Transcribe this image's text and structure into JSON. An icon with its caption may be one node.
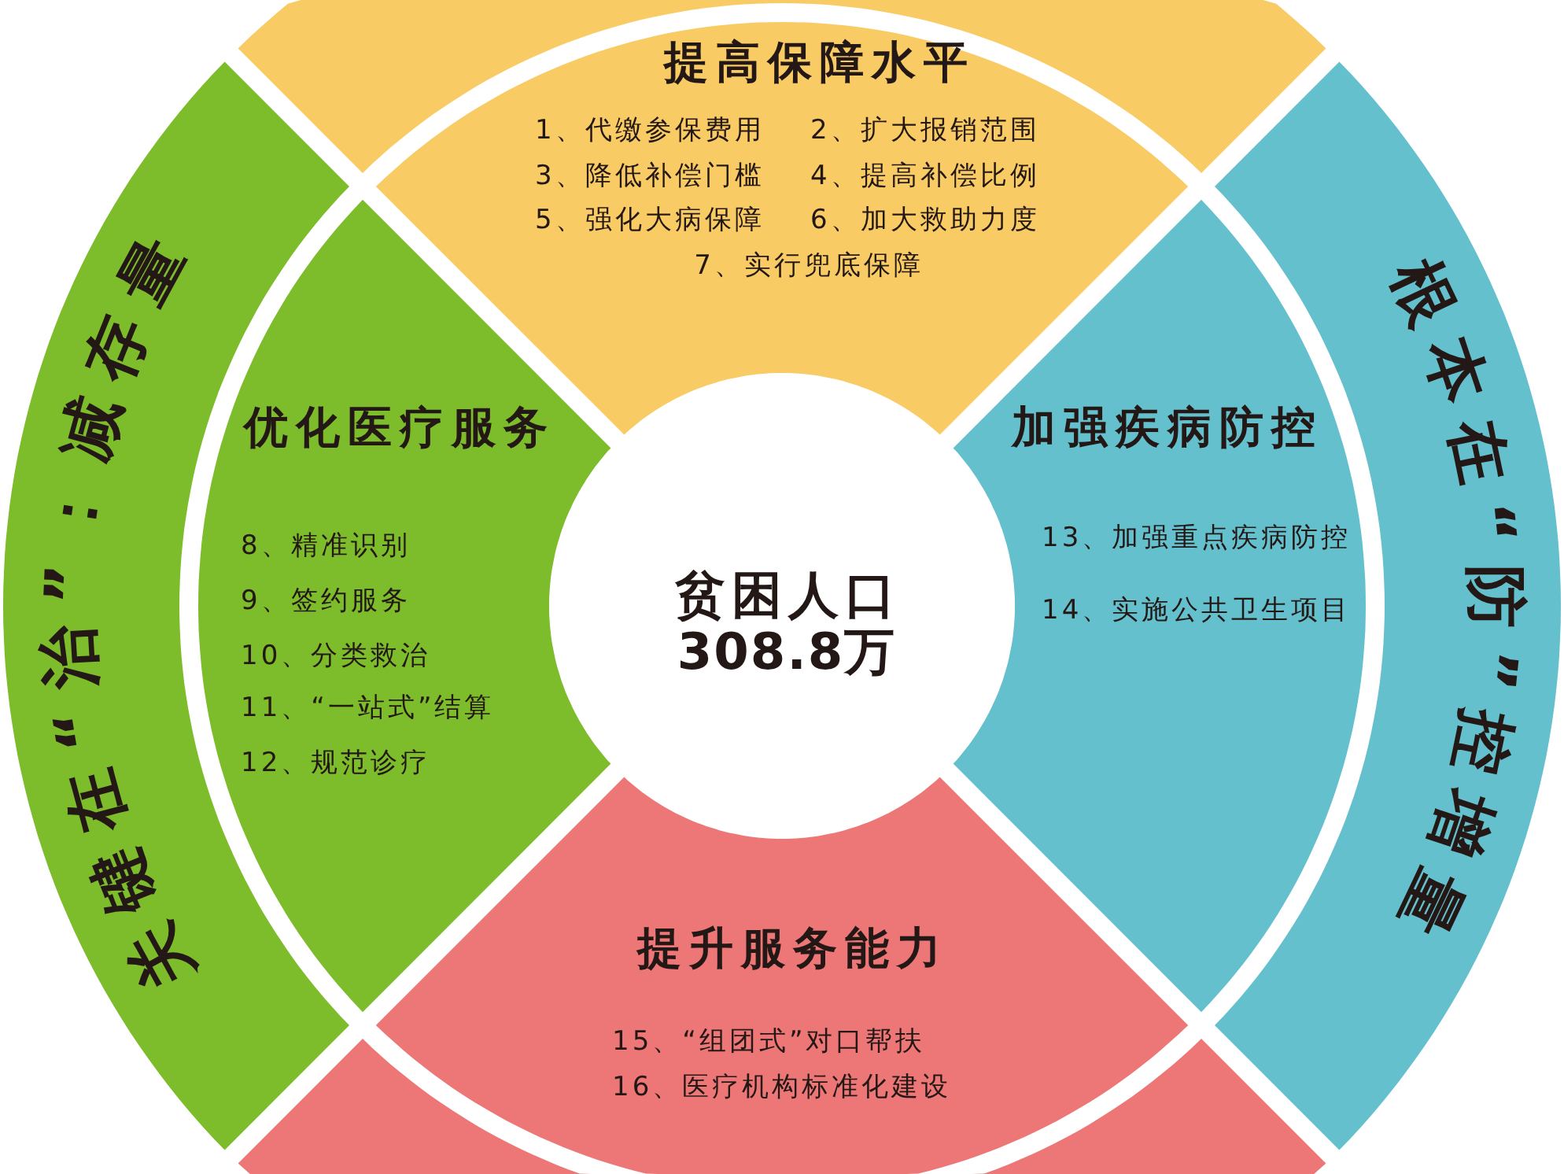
{
  "diagram": {
    "nodes": [
      {
        "text": [],
        "shape": "band"
      },
      {
        "text": [
          "提高保障水平",
          "1、代缴参保费用",
          "2、扩大报销范围",
          "3、降低补偿门槛",
          "4、提高补偿比例",
          "5、强化大病保障",
          "6、加大救助力度",
          "7、实行兜底保障"
        ]
      },
      {
        "text": [
          "关键在“治”：减存量"
        ]
      },
      {
        "text": [
          "优化医疗服务",
          "8、精准识别",
          "9、签约服务",
          "10、分类救治",
          "11、“一站式”结算",
          "12、规范诊疗"
        ]
      },
      {
        "text": [
          "贫困人口",
          "308.8万"
        ]
      },
      {
        "text": [
          "加强疾病防控",
          "13、加强重点疾病防控",
          "14、实施公共卫生项目"
        ]
      },
      {
        "text": [
          "根本在“防”控增量"
        ]
      },
      {
        "text": [
          "提升服务能力",
          "15、“组团式”对口帮扶",
          "16、医疗机构标准化建设"
        ]
      },
      {
        "text": [],
        "shape": "band"
      }
    ]
  }
}
